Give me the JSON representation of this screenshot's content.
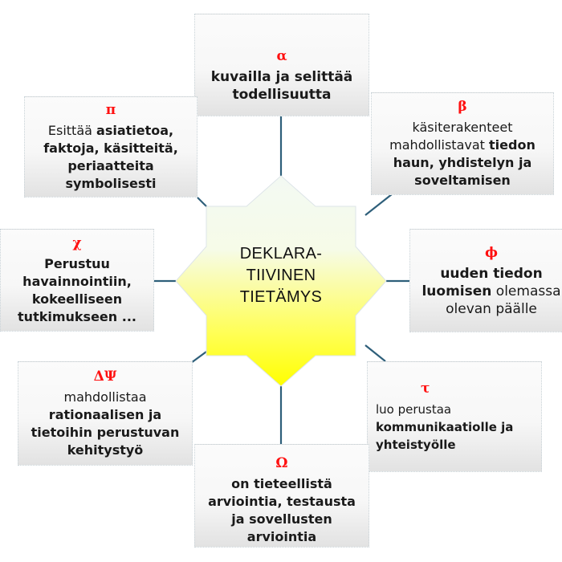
{
  "center": {
    "lines": [
      "DEKLARA-",
      "TIIVINEN",
      "TIETÄMYS"
    ],
    "gradient_top": "#f3f9f3",
    "gradient_bottom": "#ffff00"
  },
  "connector_color": "#2e5f7a",
  "symbol_color": "#ff1010",
  "nodes": {
    "alpha": {
      "symbol": "α",
      "plain": "",
      "bold": "kuvailla ja selittää todellisuutta",
      "tail": ""
    },
    "beta": {
      "symbol": "β",
      "plain": "käsiterakenteet mahdollistavat ",
      "bold": "tiedon haun, yhdistelyn ja soveltamisen",
      "tail": ""
    },
    "pi": {
      "symbol": "π",
      "plain": "Esittää ",
      "bold": "asiatietoa, faktoja, käsitteitä, periaatteita symbolisesti",
      "tail": ""
    },
    "chi": {
      "symbol": "χ",
      "plain": "",
      "bold": "Perustuu havainnointiin, kokeelliseen tutkimukseen ...",
      "tail": ""
    },
    "phi": {
      "symbol": "ϕ",
      "plain": "",
      "bold": "uuden tiedon luomisen",
      "tail": " olemassa olevan päälle"
    },
    "delta_psi": {
      "symbol": "ΔΨ",
      "plain": "mahdollistaa ",
      "bold": "rationaalisen ja tietoihin perustuvan kehitystyö",
      "tail": ""
    },
    "tau": {
      "symbol": "τ",
      "plain": "luo perustaa ",
      "bold": "kommunikaatiolle ja yhteistyölle",
      "tail": ""
    },
    "omega": {
      "symbol": "Ω",
      "plain": "",
      "bold": "on tieteellistä arviointia, testausta ja sovellusten arviointia",
      "tail": ""
    }
  }
}
